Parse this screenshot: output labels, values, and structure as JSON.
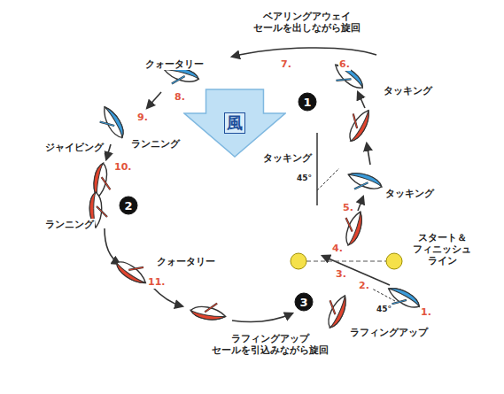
{
  "diagram": {
    "nodes": [
      {
        "text": [
          "風"
        ]
      },
      {
        "text": [
          "1"
        ]
      },
      {
        "text": [
          "2"
        ]
      },
      {
        "text": [
          "3"
        ]
      }
    ],
    "labels": [
      "ベアリングアウェイ セールを出しながら旋回",
      "7.",
      "6.",
      "タッキング",
      "クォータリー",
      "8.",
      "9.",
      "ランニング",
      "ジャイビング",
      "10.",
      "ランニング",
      "タッキング",
      "45°",
      "タッキング",
      "5.",
      "スタート＆ フィニッシュ ライン",
      "4.",
      "3.",
      "2.",
      "45°",
      "1.",
      "クォータリー",
      "11.",
      "ラフィングアップ",
      "ラフィングアップ セールを引込みながら旋回"
    ]
  }
}
